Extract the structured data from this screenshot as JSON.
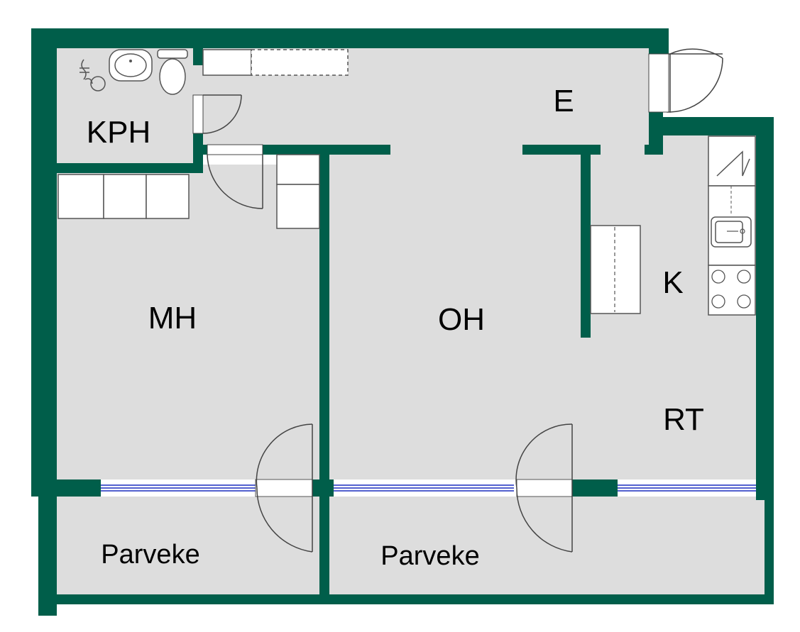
{
  "colors": {
    "wall": "#005e4a",
    "floor": "#dddddd",
    "fixture": "#ffffff",
    "window": "#1a2dbf"
  },
  "rooms": {
    "bathroom": "KPH",
    "entrance": "E",
    "bedroom": "MH",
    "living_room": "OH",
    "kitchen": "K",
    "dining": "RT",
    "balcony_left": "Parveke",
    "balcony_right": "Parveke"
  }
}
